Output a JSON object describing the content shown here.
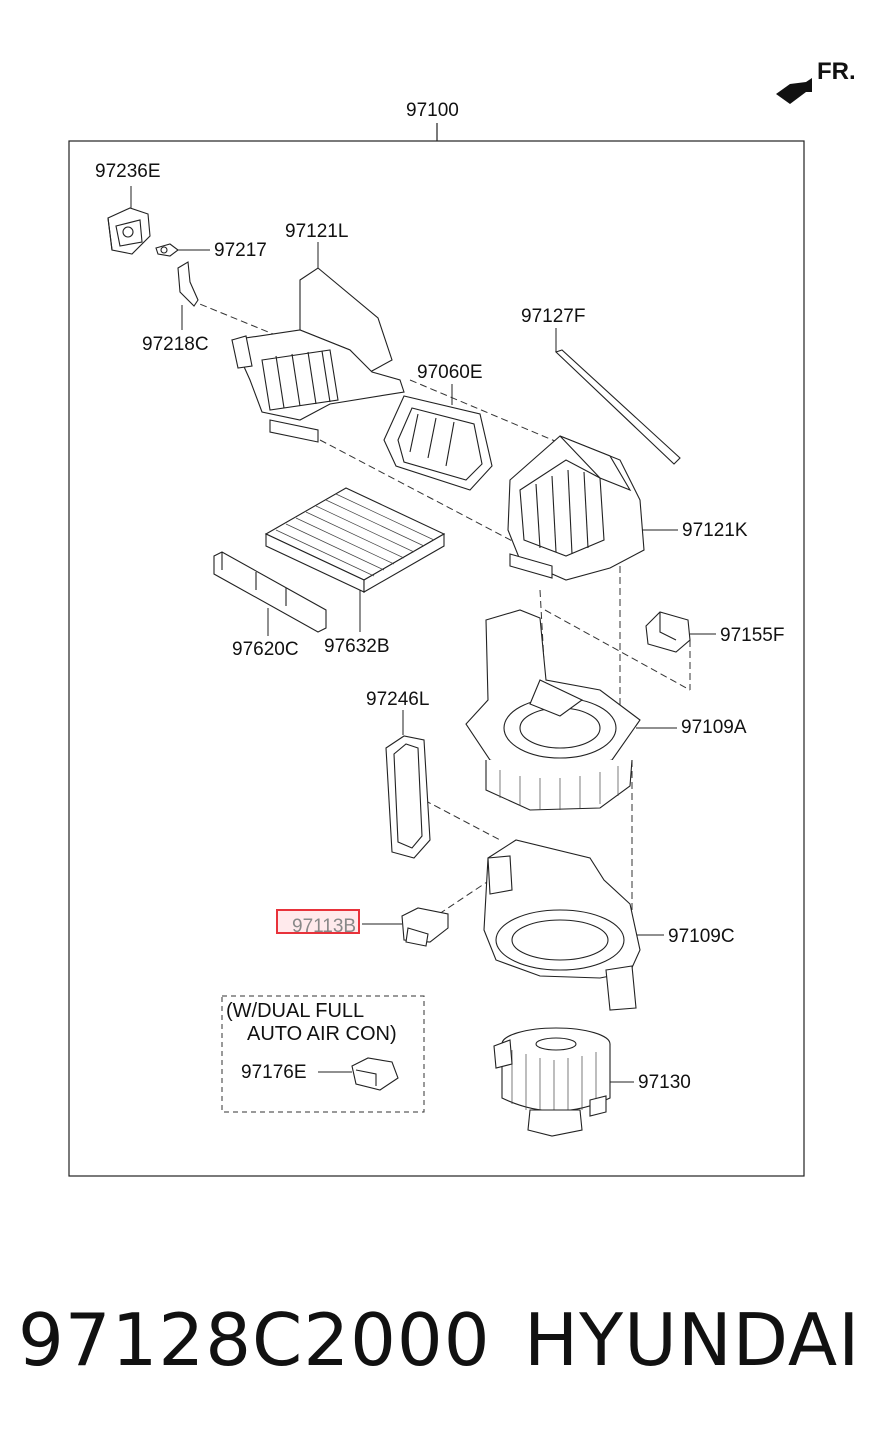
{
  "direction_label": "FR.",
  "assembly_label": "97100",
  "highlighted_part": "97113B",
  "option_note": {
    "line1": "(W/DUAL FULL",
    "line2": "AUTO AIR CON)"
  },
  "parts": {
    "p97236E": "97236E",
    "p97217": "97217",
    "p97121L": "97121L",
    "p97218C": "97218C",
    "p97127F": "97127F",
    "p97060E": "97060E",
    "p97121K": "97121K",
    "p97155F": "97155F",
    "p97620C": "97620C",
    "p97632B": "97632B",
    "p97246L": "97246L",
    "p97109A": "97109A",
    "p97109C": "97109C",
    "p97176E": "97176E",
    "p97130": "97130"
  },
  "footer": {
    "part_number": "97128C2000",
    "brand": "HYUNDAI"
  }
}
